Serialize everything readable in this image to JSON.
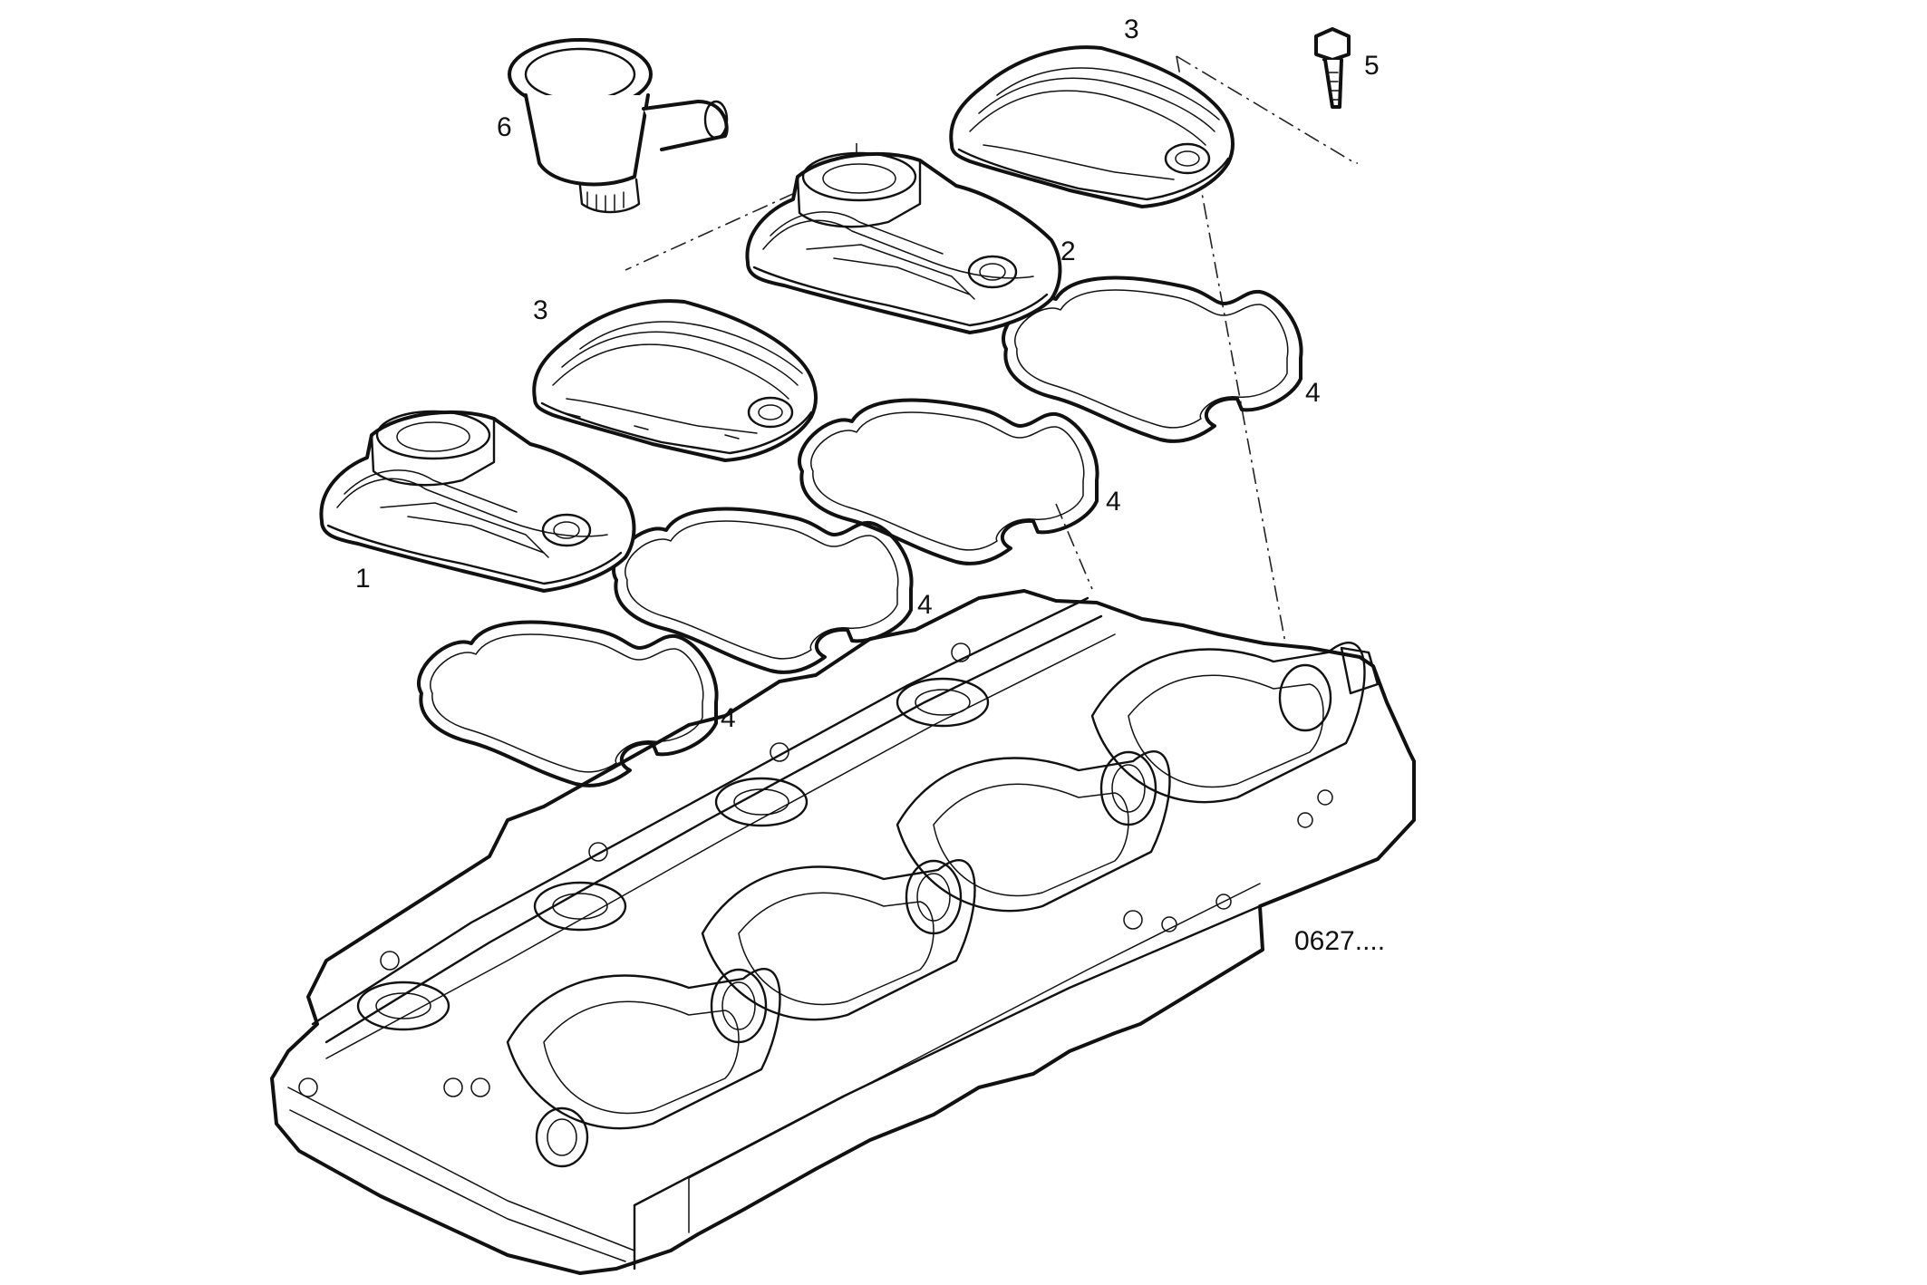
{
  "callouts": {
    "cover_front": "1",
    "cover_breather": "2",
    "cover_plain_front": "3",
    "cover_plain_rear": "3",
    "gasket_1": "4",
    "gasket_2": "4",
    "gasket_3": "4",
    "gasket_4": "4",
    "bolt": "5",
    "breather_cap": "6"
  },
  "reference_code": "0627...."
}
